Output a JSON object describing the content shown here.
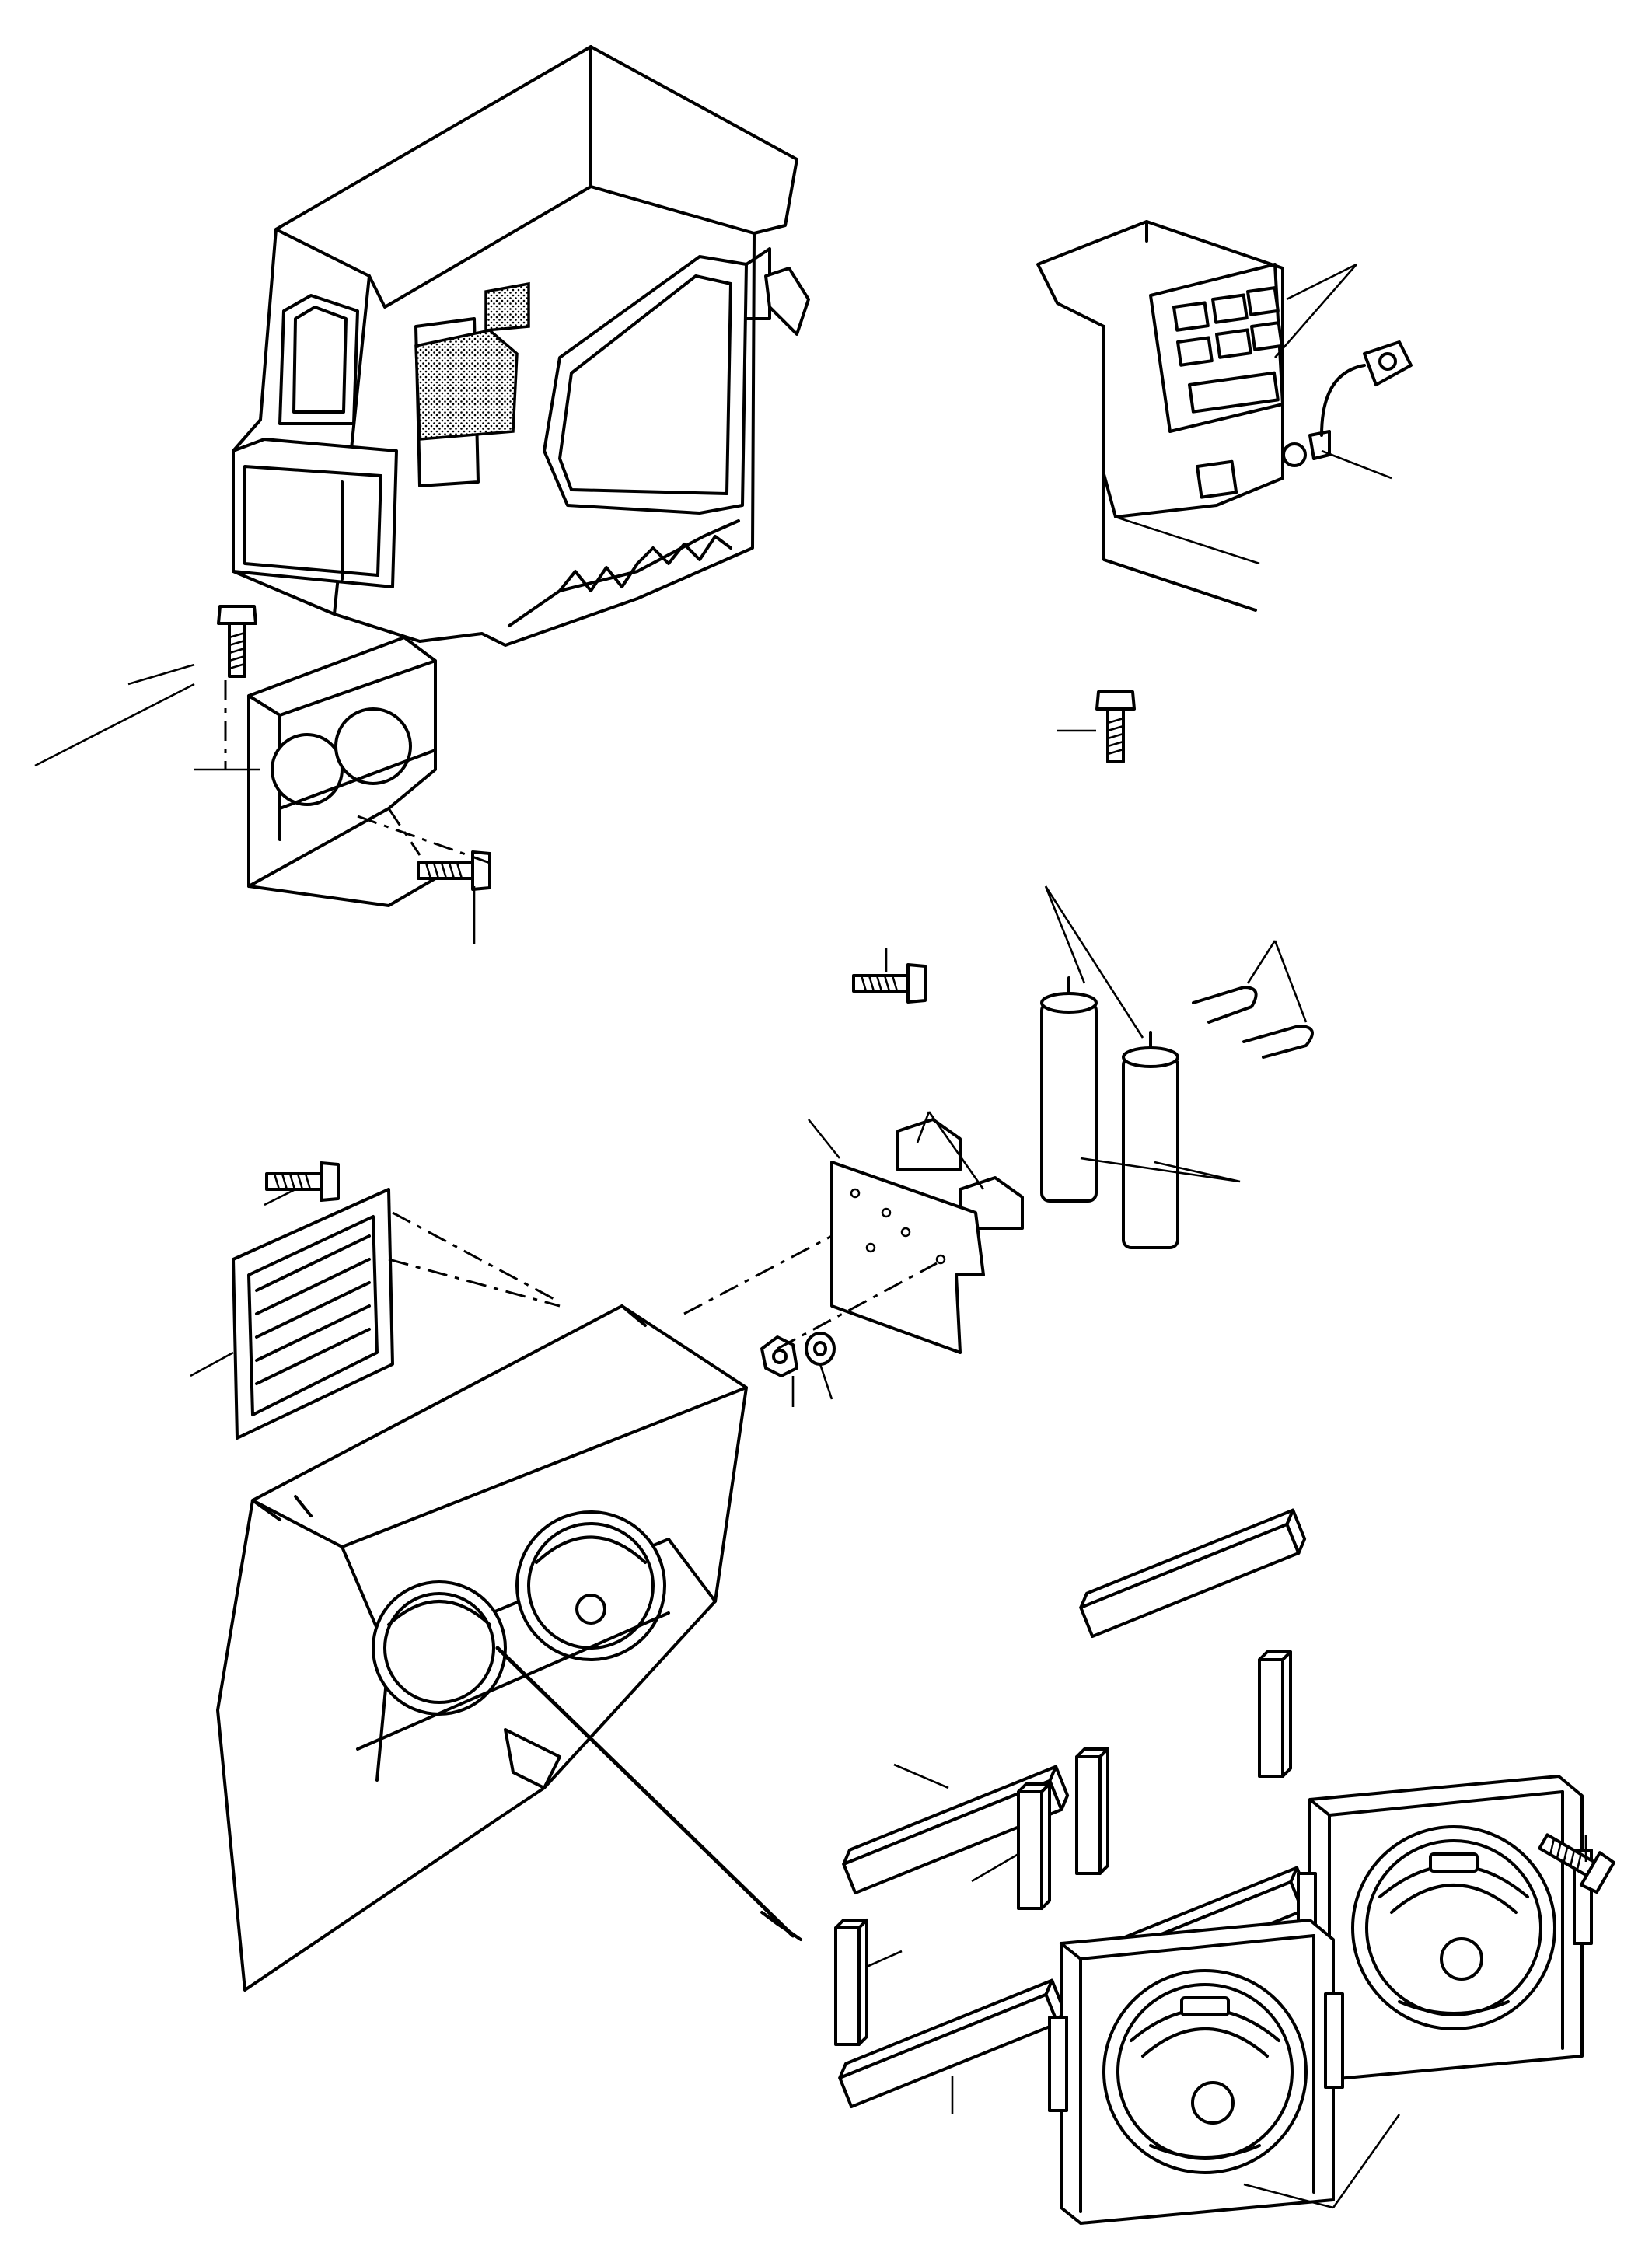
{
  "drawing": {
    "view": "exploded-parts-diagram",
    "components": [
      "operator-cab",
      "front-cab-light-unit",
      "dashboard-console",
      "light-switch-panel",
      "light-housing",
      "lamp-assemblies",
      "grille",
      "mounting-bracket",
      "capacitors",
      "u-bolts",
      "clamp-blocks",
      "cushion-strips",
      "bolts",
      "nut",
      "washer"
    ]
  }
}
